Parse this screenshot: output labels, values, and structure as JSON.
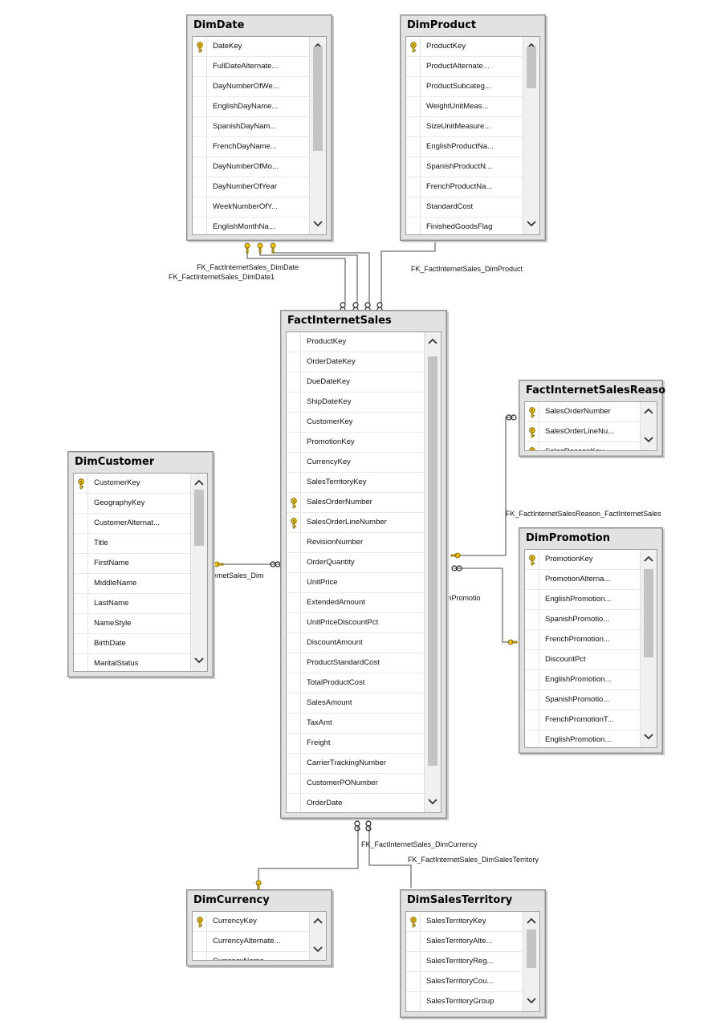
{
  "tables": [
    {
      "id": "dimdate",
      "title": "DimDate",
      "columns": [
        {
          "name": "DateKey",
          "pk": true
        },
        {
          "name": "FullDateAlternate..."
        },
        {
          "name": "DayNumberOfWe..."
        },
        {
          "name": "EnglishDayName..."
        },
        {
          "name": "SpanishDayNam..."
        },
        {
          "name": "FrenchDayName..."
        },
        {
          "name": "DayNumberOfMo..."
        },
        {
          "name": "DayNumberOfYear"
        },
        {
          "name": "WeekNumberOfY..."
        },
        {
          "name": "EnglishMonthNa..."
        }
      ]
    },
    {
      "id": "dimproduct",
      "title": "DimProduct",
      "columns": [
        {
          "name": "ProductKey",
          "pk": true
        },
        {
          "name": "ProductAlternate..."
        },
        {
          "name": "ProductSubcateg..."
        },
        {
          "name": "WeightUnitMeas..."
        },
        {
          "name": "SizeUnitMeasure..."
        },
        {
          "name": "EnglishProductNa..."
        },
        {
          "name": "SpanishProductN..."
        },
        {
          "name": "FrenchProductNa..."
        },
        {
          "name": "StandardCost"
        },
        {
          "name": "FinishedGoodsFlag"
        }
      ]
    },
    {
      "id": "factinternetsales",
      "title": "FactInternetSales",
      "columns": [
        {
          "name": "ProductKey"
        },
        {
          "name": "OrderDateKey"
        },
        {
          "name": "DueDateKey"
        },
        {
          "name": "ShipDateKey"
        },
        {
          "name": "CustomerKey"
        },
        {
          "name": "PromotionKey"
        },
        {
          "name": "CurrencyKey"
        },
        {
          "name": "SalesTerritoryKey"
        },
        {
          "name": "SalesOrderNumber",
          "pk": true
        },
        {
          "name": "SalesOrderLineNumber",
          "pk": true
        },
        {
          "name": "RevisionNumber"
        },
        {
          "name": "OrderQuantity"
        },
        {
          "name": "UnitPrice"
        },
        {
          "name": "ExtendedAmount"
        },
        {
          "name": "UnitPriceDiscountPct"
        },
        {
          "name": "DiscountAmount"
        },
        {
          "name": "ProductStandardCost"
        },
        {
          "name": "TotalProductCost"
        },
        {
          "name": "SalesAmount"
        },
        {
          "name": "TaxAmt"
        },
        {
          "name": "Freight"
        },
        {
          "name": "CarrierTrackingNumber"
        },
        {
          "name": "CustomerPONumber"
        },
        {
          "name": "OrderDate"
        }
      ]
    },
    {
      "id": "factinternetsalesreason",
      "title": "FactInternetSalesReaso",
      "columns": [
        {
          "name": "SalesOrderNumber",
          "pk": true
        },
        {
          "name": "SalesOrderLineNu...",
          "pk": true
        },
        {
          "name": "SalesReasonKey",
          "pk": true
        }
      ]
    },
    {
      "id": "dimcustomer",
      "title": "DimCustomer",
      "columns": [
        {
          "name": "CustomerKey",
          "pk": true
        },
        {
          "name": "GeographyKey"
        },
        {
          "name": "CustomerAlternat..."
        },
        {
          "name": "Title"
        },
        {
          "name": "FirstName"
        },
        {
          "name": "MiddleName"
        },
        {
          "name": "LastName"
        },
        {
          "name": "NameStyle"
        },
        {
          "name": "BirthDate"
        },
        {
          "name": "MaritalStatus"
        }
      ]
    },
    {
      "id": "dimpromotion",
      "title": "DimPromotion",
      "columns": [
        {
          "name": "PromotionKey",
          "pk": true
        },
        {
          "name": "PromotionAlterna..."
        },
        {
          "name": "EnglishPromotion..."
        },
        {
          "name": "SpanishPromotio..."
        },
        {
          "name": "FrenchPromotion..."
        },
        {
          "name": "DiscountPct"
        },
        {
          "name": "EnglishPromotion..."
        },
        {
          "name": "SpanishPromotio..."
        },
        {
          "name": "FrenchPromotionT..."
        },
        {
          "name": "EnglishPromotion..."
        }
      ]
    },
    {
      "id": "dimcurrency",
      "title": "DimCurrency",
      "columns": [
        {
          "name": "CurrencyKey",
          "pk": true
        },
        {
          "name": "CurrencyAlternate..."
        },
        {
          "name": "CurrencyName"
        }
      ]
    },
    {
      "id": "dimsalesterritory",
      "title": "DimSalesTerritory",
      "columns": [
        {
          "name": "SalesTerritoryKey",
          "pk": true
        },
        {
          "name": "SalesTerritoryAlte..."
        },
        {
          "name": "SalesTerritoryReg..."
        },
        {
          "name": "SalesTerritoryCou..."
        },
        {
          "name": "SalesTerritoryGroup"
        }
      ]
    }
  ],
  "relationships": {
    "dimdate_top": "FK_FactInternetSales_DimDate",
    "dimdate_bottom": "FK_FactInternetSales_DimDate1",
    "dimproduct": "FK_FactInternetSales_DimProduct",
    "reason": "FK_FactInternetSalesReason_FactInternetSales",
    "customer": "ternetSales_Dim",
    "promotion": "mPromotio",
    "currency": "FK_FactInternetSales_DimCurrency",
    "territory": "FK_FactInternetSales_DimSalesTerritory"
  },
  "icons": {
    "primary_key": "key-icon",
    "scroll_up": "chevron-up-icon",
    "scroll_down": "chevron-down-icon"
  },
  "colors": {
    "key_gold": "#f2c200",
    "line": "#707070",
    "panel": "#e2e2e2"
  }
}
